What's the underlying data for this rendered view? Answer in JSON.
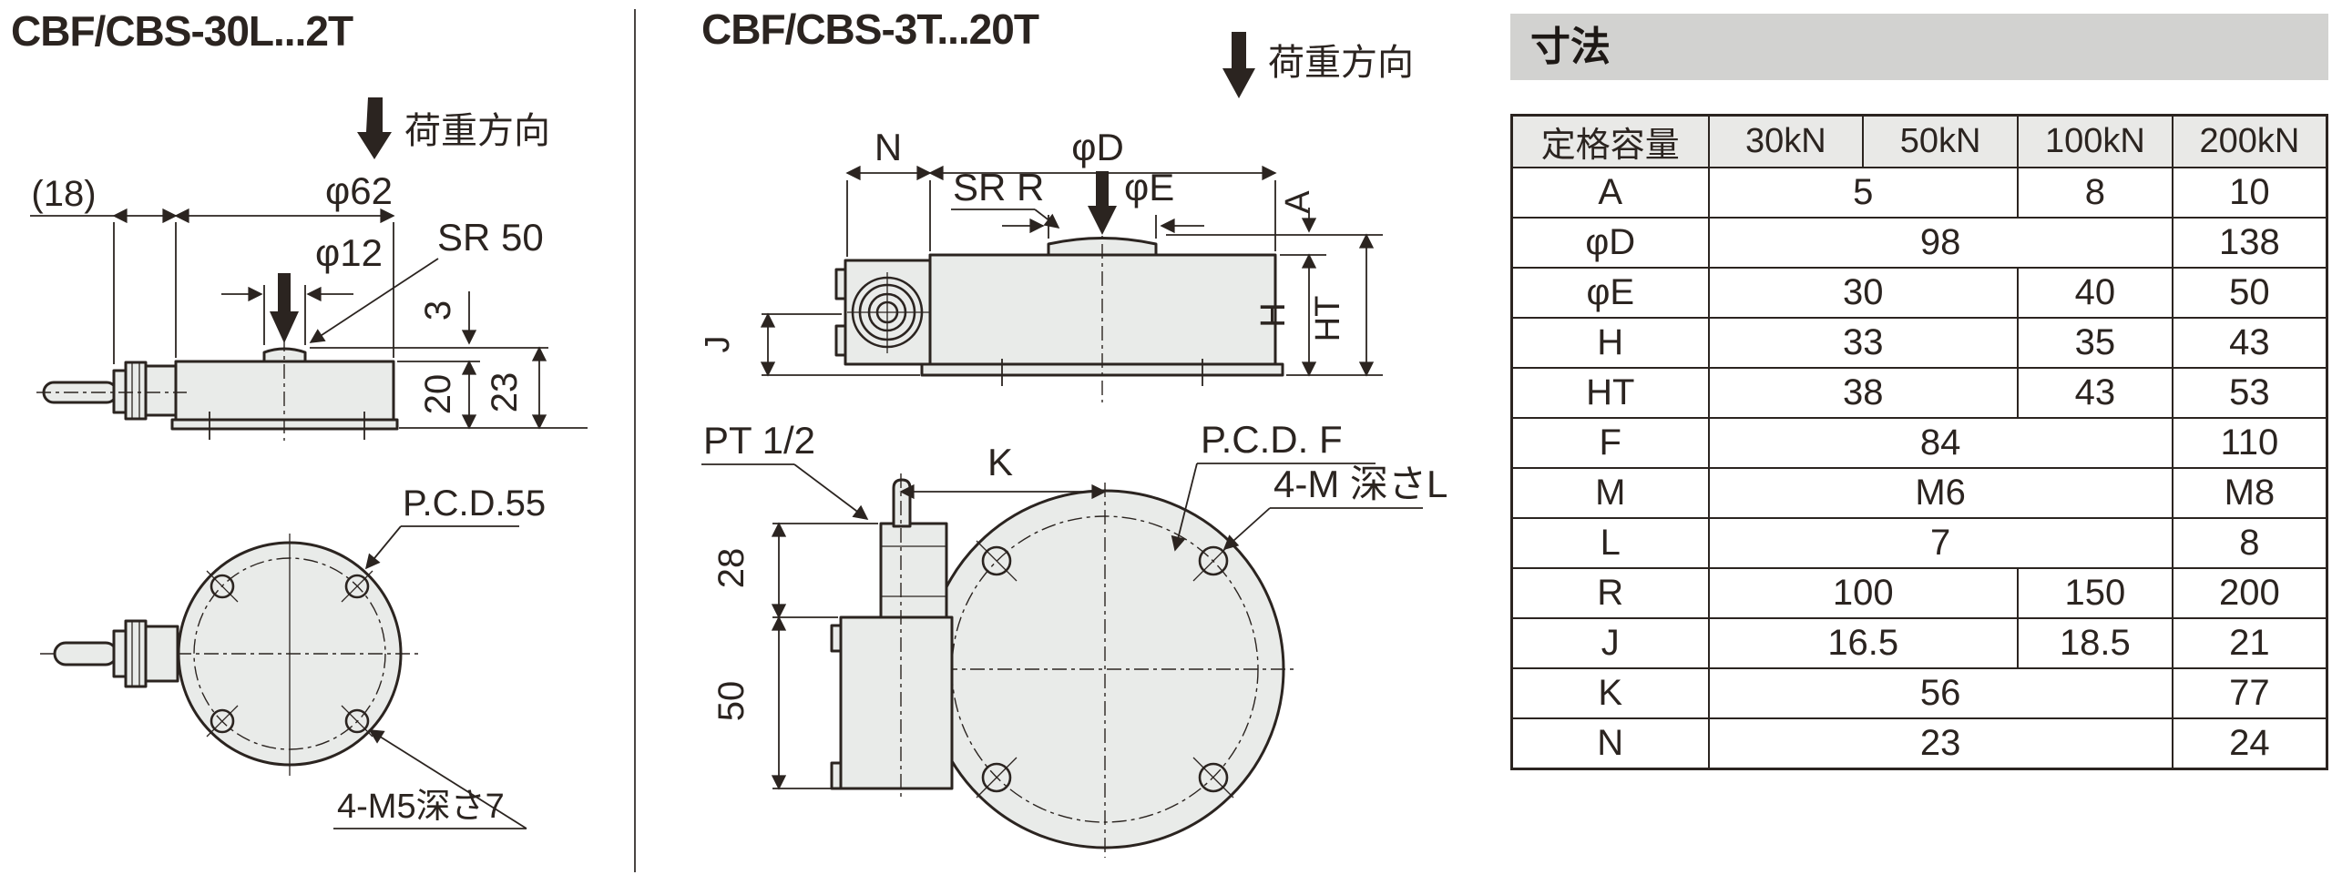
{
  "left": {
    "title": "CBF/CBS-30L...2T",
    "load_dir": "荷重方向",
    "d18": "(18)",
    "d62": "φ62",
    "d12": "φ12",
    "sr": "SR 50",
    "h3": "3",
    "h20": "20",
    "h23": "23",
    "pcd": "P.C.D.55",
    "bolts": "4-M5深さ7"
  },
  "middle": {
    "title": "CBF/CBS-3T...20T",
    "load_dir": "荷重方向",
    "n": "N",
    "dD": "φD",
    "sr": "SR R",
    "dE": "φE",
    "a": "A",
    "h": "H",
    "ht": "HT",
    "j": "J",
    "pt": "PT 1/2",
    "k": "K",
    "d28": "28",
    "d50": "50",
    "pcd": "P.C.D. F",
    "bolts": "4-M 深さL"
  },
  "panel": {
    "heading": "寸法",
    "table": {
      "headers": [
        "定格容量",
        "30kN",
        "50kN",
        "100kN",
        "200kN"
      ],
      "rows": [
        {
          "label": "A",
          "cells": [
            {
              "text": "5",
              "span": 2
            },
            {
              "text": "8",
              "span": 1
            },
            {
              "text": "10",
              "span": 1
            }
          ]
        },
        {
          "label": "φD",
          "cells": [
            {
              "text": "98",
              "span": 3
            },
            {
              "text": "138",
              "span": 1
            }
          ]
        },
        {
          "label": "φE",
          "cells": [
            {
              "text": "30",
              "span": 2
            },
            {
              "text": "40",
              "span": 1
            },
            {
              "text": "50",
              "span": 1
            }
          ]
        },
        {
          "label": "H",
          "cells": [
            {
              "text": "33",
              "span": 2
            },
            {
              "text": "35",
              "span": 1
            },
            {
              "text": "43",
              "span": 1
            }
          ]
        },
        {
          "label": "HT",
          "cells": [
            {
              "text": "38",
              "span": 2
            },
            {
              "text": "43",
              "span": 1
            },
            {
              "text": "53",
              "span": 1
            }
          ]
        },
        {
          "label": "F",
          "cells": [
            {
              "text": "84",
              "span": 3
            },
            {
              "text": "110",
              "span": 1
            }
          ]
        },
        {
          "label": "M",
          "cells": [
            {
              "text": "M6",
              "span": 3
            },
            {
              "text": "M8",
              "span": 1
            }
          ]
        },
        {
          "label": "L",
          "cells": [
            {
              "text": "7",
              "span": 3
            },
            {
              "text": "8",
              "span": 1
            }
          ]
        },
        {
          "label": "R",
          "cells": [
            {
              "text": "100",
              "span": 2
            },
            {
              "text": "150",
              "span": 1
            },
            {
              "text": "200",
              "span": 1
            }
          ]
        },
        {
          "label": "J",
          "cells": [
            {
              "text": "16.5",
              "span": 2
            },
            {
              "text": "18.5",
              "span": 1
            },
            {
              "text": "21",
              "span": 1
            }
          ]
        },
        {
          "label": "K",
          "cells": [
            {
              "text": "56",
              "span": 3
            },
            {
              "text": "77",
              "span": 1
            }
          ]
        },
        {
          "label": "N",
          "cells": [
            {
              "text": "23",
              "span": 3
            },
            {
              "text": "24",
              "span": 1
            }
          ]
        }
      ]
    }
  },
  "colors": {
    "ink": "#2b2420",
    "part_fill": "#e9ebe9",
    "heading_bar_bg": "#d2d2d0",
    "table_header_bg": "#e9e9e7"
  }
}
